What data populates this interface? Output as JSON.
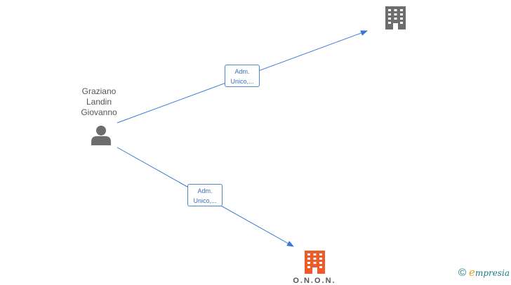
{
  "person": {
    "name_lines": [
      "Graziano",
      "Landin",
      "Giovanno"
    ],
    "icon": "person-icon"
  },
  "edges": [
    {
      "label_lines": [
        "Adm.",
        "Unico,..."
      ]
    },
    {
      "label_lines": [
        "Adm.",
        "Unico,..."
      ]
    }
  ],
  "companies": [
    {
      "icon": "building-icon",
      "color": "#6d6d6d",
      "label": ""
    },
    {
      "icon": "building-icon",
      "color": "#f05a28",
      "label": "O.N.O.N."
    }
  ],
  "colors": {
    "edge": "#3a78d4",
    "person_icon": "#6d6d6d"
  },
  "watermark": {
    "copyright": "©",
    "brand_initial": "e",
    "brand_rest": "mpresia"
  }
}
